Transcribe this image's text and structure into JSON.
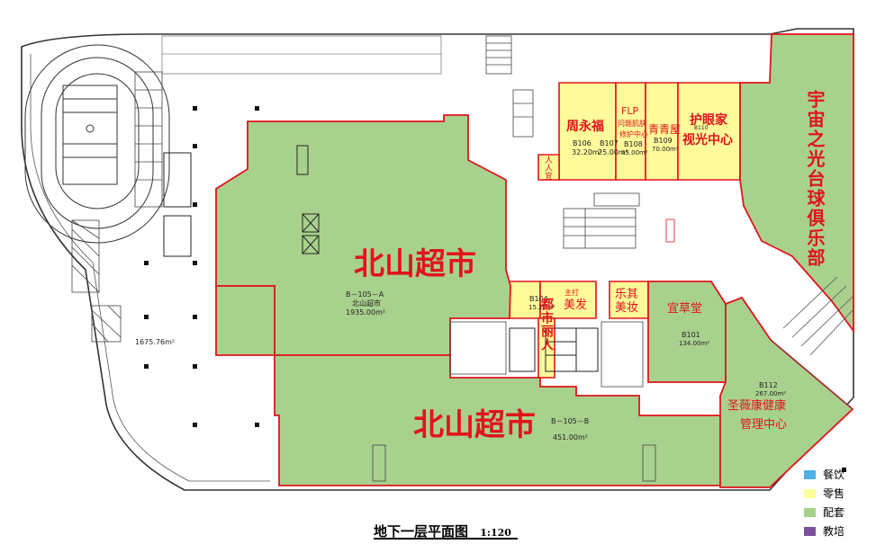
{
  "plan": {
    "title": "地下一层平面图",
    "scale": "1:120"
  },
  "legend": [
    {
      "label": "餐饮",
      "color": "#4fb2e6"
    },
    {
      "label": "零售",
      "color": "#ffff99"
    },
    {
      "label": "配套",
      "color": "#a6d18a"
    },
    {
      "label": "教培",
      "color": "#7e4f9f"
    }
  ],
  "colors": {
    "retail_fill": "#fffb9a",
    "support_fill": "#a9d18e",
    "boundary": "#e0141c",
    "linework": "#333333"
  },
  "tenants": {
    "beishan_a": "北山超市",
    "beishan_b": "北山超市",
    "zhouyongfu": "周永福",
    "flp": "FLP",
    "flp_sub1": "问题肌肤",
    "flp_sub2": "修护中心",
    "qingqingwu": "青青屋",
    "huyanjia": "护眼家",
    "shiguang": "视光中心",
    "yuzhou": "宇宙之光台球俱乐部",
    "renren": "人人宜",
    "dushi": "都市丽人",
    "meifa": "美发",
    "meifa_tag": "主打",
    "leqi": "乐其",
    "meizhuang": "美妆",
    "yicaotang": "宜草堂",
    "shengweikang_1": "圣薇康健康",
    "shengweikang_2": "管理中心"
  },
  "units": {
    "b105a_code": "B－105－A",
    "b105a_use": "北山超市",
    "b105a_area": "1935.00m²",
    "b105b_code": "B－105－B",
    "b105b_area": "451.00m²",
    "parking_area": "1675.76m²",
    "b106": "B106",
    "b106_area": "32.20m²",
    "b107": "B107",
    "b107_area": "25.00m²",
    "b108": "B108",
    "b108_area": "45.00m²",
    "b109": "B109",
    "b109_area": "70.00m²",
    "b110": "B110",
    "b104": "B104",
    "b104_area": "15.27m²",
    "b101": "B101",
    "b101_area": "134.00m²",
    "b112": "B112",
    "b112_area": "267.00m²"
  }
}
